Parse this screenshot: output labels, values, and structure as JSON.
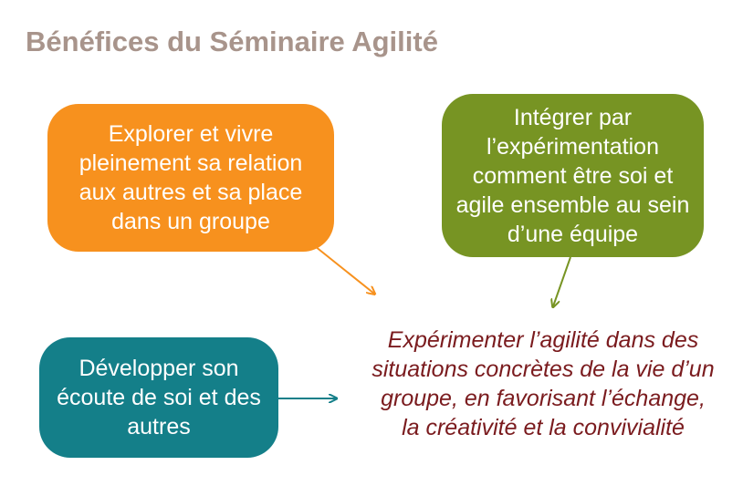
{
  "title": "Bénéfices du Séminaire Agilité",
  "boxes": {
    "orange": {
      "text": "Explorer et vivre pleinement sa relation aux autres et sa place dans un groupe",
      "color": "#f7911e"
    },
    "green": {
      "text": "Intégrer par l’expérimentation comment être soi et agile ensemble au sein d’une équipe",
      "color": "#779423"
    },
    "teal": {
      "text": "Développer son écoute de soi et des autres",
      "color": "#147f89"
    }
  },
  "center": {
    "text": "Expérimenter l’agilité dans des situations concrètes de la vie d’un groupe, en favorisant l’échange, la créativité et la convivialité",
    "color": "#7a1b1e"
  },
  "title_color": "#a8948b"
}
